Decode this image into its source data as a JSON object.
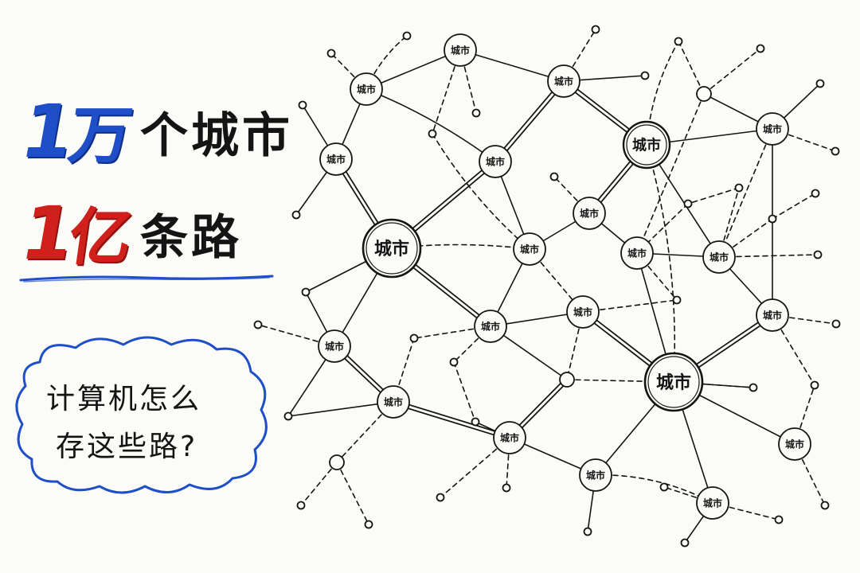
{
  "title": {
    "line1": {
      "number": "1",
      "unit": "万",
      "rest": "个城市"
    },
    "line2": {
      "number": "1",
      "unit": "亿",
      "rest": "条路"
    }
  },
  "bubble": {
    "line1": "计算机怎么",
    "line2": "存这些路?"
  },
  "node_label": "城市",
  "colors": {
    "blue": "#1f4fc8",
    "red": "#d0201c",
    "ink": "#141414",
    "background": "#fbfbf8"
  }
}
